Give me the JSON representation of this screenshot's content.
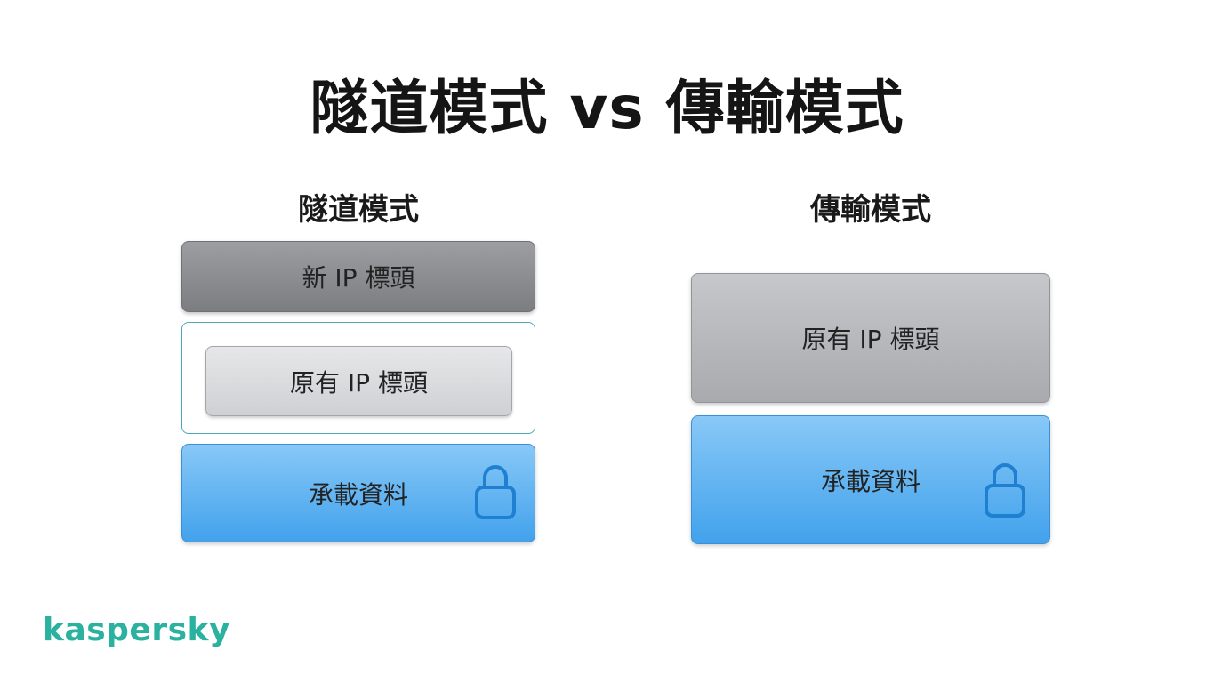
{
  "title": "隧道模式 vs 傳輸模式",
  "tunnel": {
    "heading": "隧道模式",
    "new_ip_header": "新 IP 標頭",
    "original_ip_header": "原有 IP 標頭",
    "payload": "承載資料",
    "payload_icon": "lock-icon"
  },
  "transport": {
    "heading": "傳輸模式",
    "original_ip_header": "原有 IP 標頭",
    "payload": "承載資料",
    "payload_icon": "lock-icon"
  },
  "brand": "kaspersky",
  "colors": {
    "accent_teal": "#2bb1a0",
    "payload_blue": "#42a2ec",
    "lock_stroke": "#1f7fd0"
  }
}
